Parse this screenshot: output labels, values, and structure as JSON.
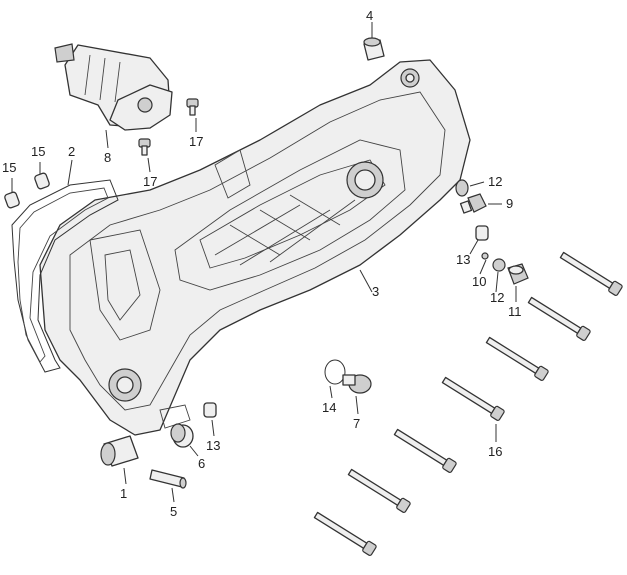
{
  "callouts": [
    {
      "id": "c1",
      "label": "1"
    },
    {
      "id": "c2",
      "label": "2"
    },
    {
      "id": "c3",
      "label": "3"
    },
    {
      "id": "c4",
      "label": "4"
    },
    {
      "id": "c5",
      "label": "5"
    },
    {
      "id": "c6",
      "label": "6"
    },
    {
      "id": "c7",
      "label": "7"
    },
    {
      "id": "c8",
      "label": "8"
    },
    {
      "id": "c9",
      "label": "9"
    },
    {
      "id": "c10",
      "label": "10"
    },
    {
      "id": "c11",
      "label": "11"
    },
    {
      "id": "c12a",
      "label": "12"
    },
    {
      "id": "c12b",
      "label": "12"
    },
    {
      "id": "c13a",
      "label": "13"
    },
    {
      "id": "c13b",
      "label": "13"
    },
    {
      "id": "c14",
      "label": "14"
    },
    {
      "id": "c15a",
      "label": "15"
    },
    {
      "id": "c15b",
      "label": "15"
    },
    {
      "id": "c16",
      "label": "16"
    },
    {
      "id": "c17a",
      "label": "17"
    },
    {
      "id": "c17b",
      "label": "17"
    }
  ]
}
